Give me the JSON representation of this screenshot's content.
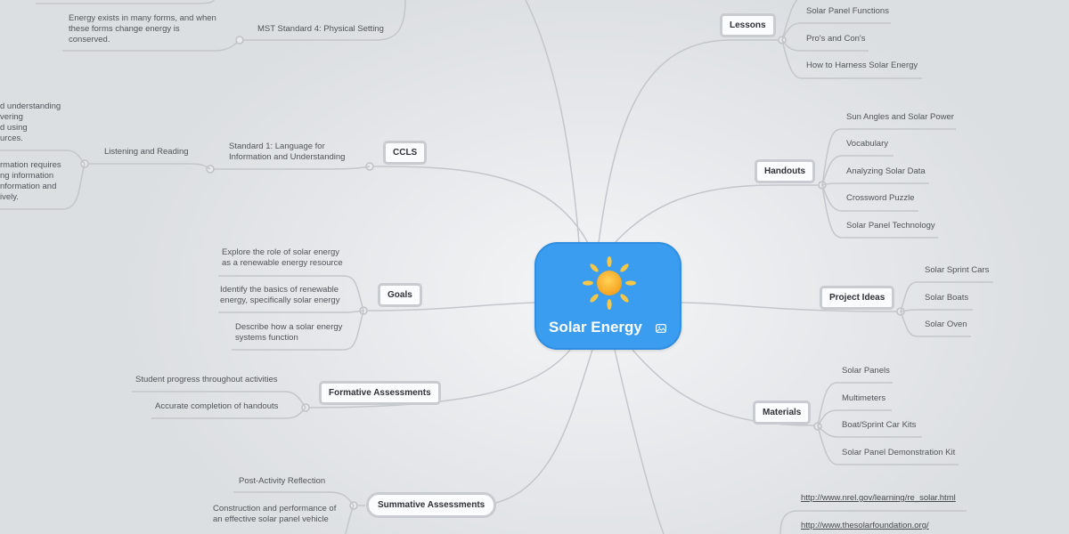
{
  "center": {
    "title": "Solar Energy",
    "icon": "sun-icon",
    "badge_icon": "image-icon",
    "color": "#3a9df0"
  },
  "branches": {
    "mst": {
      "child_label": "MST Standard 4: Physical Setting",
      "detail": "Energy exists in many forms, and when these forms change energy is conserved."
    },
    "ccls": {
      "label": "CCLS",
      "standard": "Standard 1: Language for Information and Understanding",
      "sub": "Listening and Reading",
      "details": [
        "…d understanding …vering …d using …urces.",
        "…rmation requires …ng information …nformation and …ively."
      ],
      "details_lines": [
        [
          "d understanding",
          "vering",
          "d using",
          "urces."
        ],
        [
          "rmation requires",
          "ng information",
          "nformation and",
          "ively."
        ]
      ]
    },
    "goals": {
      "label": "Goals",
      "items": [
        "Explore the role of solar energy as a renewable energy resource",
        "Identify the basics of renewable energy, specifically solar energy",
        "Describe how a solar energy systems function"
      ]
    },
    "formative": {
      "label": "Formative Assessments",
      "items": [
        "Student progress throughout activities",
        "Accurate completion of handouts"
      ]
    },
    "summative": {
      "label": "Summative Assessments",
      "items": [
        "Post-Activity Reflection",
        "Construction and performance of an effective solar panel vehicle"
      ]
    },
    "lessons": {
      "label": "Lessons",
      "items": [
        "Solar Panel Functions",
        "Pro's and Con's",
        "How to Harness Solar Energy"
      ]
    },
    "handouts": {
      "label": "Handouts",
      "items": [
        "Sun Angles and Solar Power",
        "Vocabulary",
        "Analyzing Solar Data",
        "Crossword Puzzle",
        "Solar Panel Technology"
      ]
    },
    "projects": {
      "label": "Project Ideas",
      "items": [
        "Solar Sprint Cars",
        "Solar Boats",
        "Solar Oven"
      ]
    },
    "materials": {
      "label": "Materials",
      "items": [
        "Solar Panels",
        "Multimeters",
        "Boat/Sprint Car Kits",
        "Solar Panel Demonstration Kit"
      ]
    },
    "resources": {
      "links": [
        "http://www.nrel.gov/learning/re_solar.html",
        "http://www.thesolarfoundation.org/"
      ]
    }
  }
}
